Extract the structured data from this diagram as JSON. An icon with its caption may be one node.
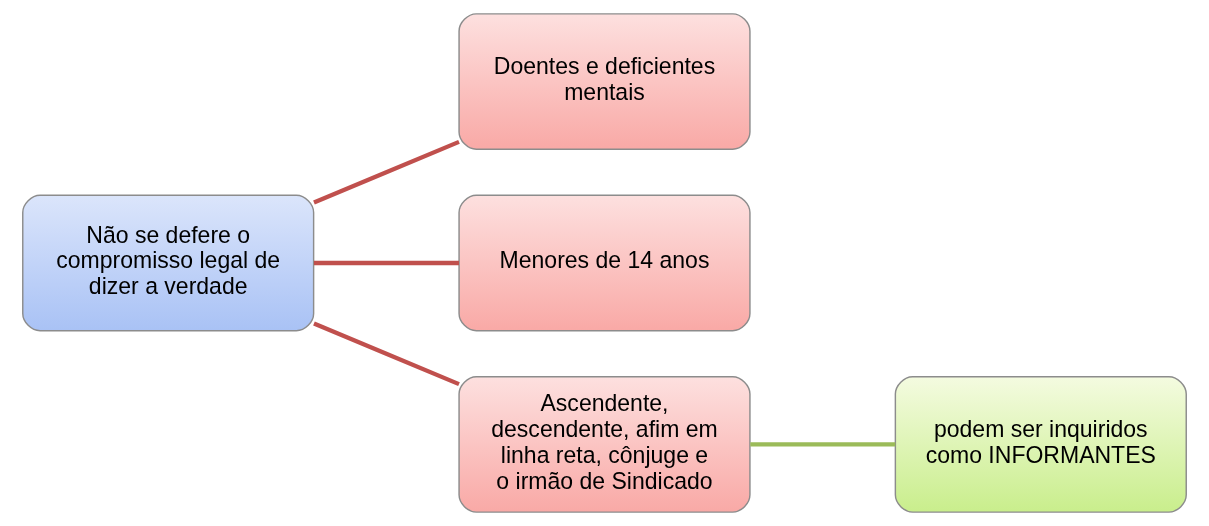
{
  "diagram": {
    "nodes": [
      {
        "text": [
          "Não se defere o compromisso legal de dizer a verdade"
        ]
      },
      {
        "text": [
          "Doentes e deficientes mentais"
        ]
      },
      {
        "text": [
          "Menores de 14 anos"
        ]
      },
      {
        "text": [
          "Ascendente, descendente, afim em linha reta, cônjuge e o irmão de Sindicado"
        ]
      },
      {
        "text": [
          "podem ser inquiridos como INFORMANTES"
        ]
      }
    ],
    "edges": [
      {
        "from": 0,
        "to": 1,
        "arrow": "none"
      },
      {
        "from": 0,
        "to": 2,
        "arrow": "none"
      },
      {
        "from": 0,
        "to": 3,
        "arrow": "none"
      },
      {
        "from": 3,
        "to": 4,
        "arrow": "none",
        "color": "#9bbb59"
      }
    ]
  }
}
